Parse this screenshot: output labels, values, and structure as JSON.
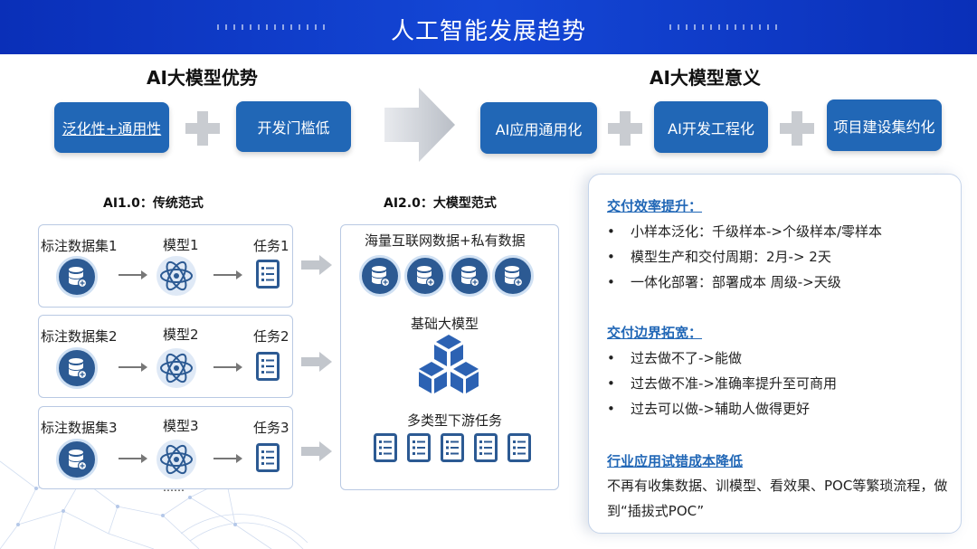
{
  "header": {
    "title": "人工智能发展趋势"
  },
  "advantages": {
    "title": "AI大模型优势",
    "items": [
      "泛化性+通用性",
      "开发门槛低"
    ]
  },
  "significance": {
    "title": "AI大模型意义",
    "items": [
      "AI应用通用化",
      "AI开发工程化",
      "项目建设集约化"
    ]
  },
  "ai1": {
    "title": "AI1.0：传统范式",
    "rows": [
      {
        "dataset": "标注数据集1",
        "model": "模型1",
        "task": "任务1"
      },
      {
        "dataset": "标注数据集2",
        "model": "模型2",
        "task": "任务2"
      },
      {
        "dataset": "标注数据集3",
        "model": "模型3",
        "task": "任务3"
      }
    ],
    "ellipsis": "……"
  },
  "ai2": {
    "title": "AI2.0：大模型范式",
    "data_label": "海量互联网数据+私有数据",
    "base_model_label": "基础大模型",
    "tasks_label": "多类型下游任务"
  },
  "right_panel": {
    "sections": [
      {
        "heading": "交付效率提升：",
        "bullets": [
          "小样本泛化：千级样本->个级样本/零样本",
          "模型生产和交付周期：2月-> 2天",
          "一体化部署：部署成本 周级->天级"
        ]
      },
      {
        "heading": "交付边界拓宽：",
        "bullets": [
          "过去做不了->能做",
          "过去做不准->准确率提升至可商用",
          "过去可以做->辅助人做得更好"
        ]
      },
      {
        "heading": "行业应用试错成本降低",
        "text": "不再有收集数据、训模型、看效果、POC等繁琐流程，做到“插拔式POC”"
      }
    ],
    "bullet_char": "•"
  },
  "colors": {
    "header": "#0a2fb8",
    "pill": "#2167b6",
    "icon": "#2c5a93",
    "plus": "#c9ccd1",
    "accent_text": "#2167b6"
  },
  "icons": [
    "database-icon",
    "atom-icon",
    "checklist-icon",
    "cube-icon",
    "plus-icon",
    "arrow-icon"
  ]
}
